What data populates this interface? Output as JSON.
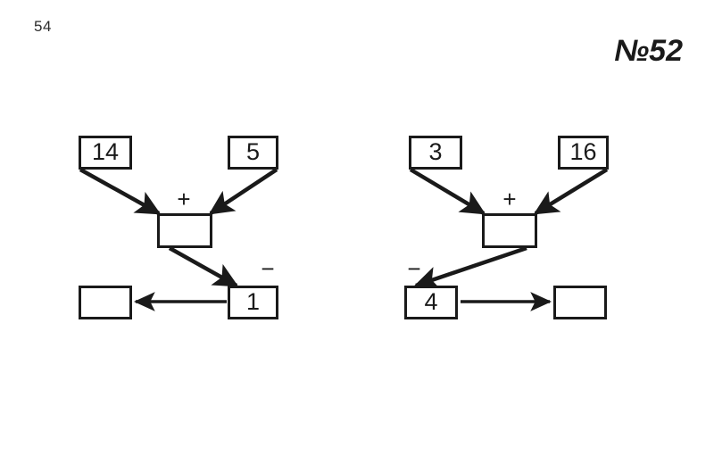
{
  "page": {
    "page_number": "54",
    "task_number": "№52",
    "background_color": "#ffffff",
    "ink_color": "#1a1a1a"
  },
  "diagrams": [
    {
      "id": "left-diagram",
      "operators": {
        "top": "+",
        "bottom": "−"
      },
      "nodes": {
        "input_left": "14",
        "input_right": "5",
        "middle_result": "",
        "bottom_right": "1",
        "bottom_left": ""
      }
    },
    {
      "id": "right-diagram",
      "operators": {
        "top": "+",
        "bottom": "−"
      },
      "nodes": {
        "input_left": "3",
        "input_right": "16",
        "middle_result": "",
        "bottom_left": "4",
        "bottom_right": ""
      }
    }
  ]
}
